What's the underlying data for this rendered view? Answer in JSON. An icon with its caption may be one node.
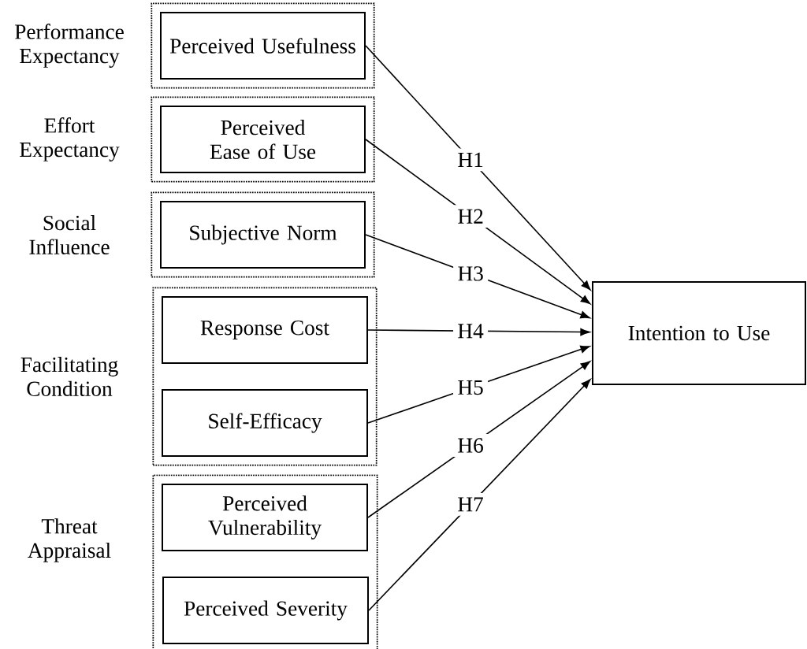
{
  "diagram": {
    "nodes": [
      {
        "text": [
          "Performance Expectancy"
        ]
      },
      {
        "text": [
          "Perceived Usefulness"
        ],
        "in": 0
      },
      {
        "text": [
          "Effort Expectancy"
        ]
      },
      {
        "text": [
          "Perceived Ease of Use"
        ],
        "in": 2
      },
      {
        "text": [
          "Social Influence"
        ]
      },
      {
        "text": [
          "Subjective Norm"
        ],
        "in": 4
      },
      {
        "text": [
          "Facilitating Condition"
        ]
      },
      {
        "text": [
          "Response Cost"
        ],
        "in": 6
      },
      {
        "text": [
          "Self-Efficacy"
        ],
        "in": 6
      },
      {
        "text": [
          "Threat Appraisal"
        ]
      },
      {
        "text": [
          "Perceived Vulnerability"
        ],
        "in": 9
      },
      {
        "text": [
          "Perceived Severity"
        ],
        "in": 9
      },
      {
        "text": [
          "Intention to Use"
        ]
      }
    ],
    "edges": [
      {
        "from": 1,
        "to": 12,
        "arrow": "to",
        "label": "H1"
      },
      {
        "from": 3,
        "to": 12,
        "arrow": "to",
        "label": "H2"
      },
      {
        "from": 5,
        "to": 12,
        "arrow": "to",
        "label": "H3"
      },
      {
        "from": 7,
        "to": 12,
        "arrow": "to",
        "label": "H4"
      },
      {
        "from": 8,
        "to": 12,
        "arrow": "to",
        "label": "H5"
      },
      {
        "from": 10,
        "to": 12,
        "arrow": "to",
        "label": "H6"
      },
      {
        "from": 11,
        "to": 12,
        "arrow": "to",
        "label": "H7"
      }
    ]
  }
}
